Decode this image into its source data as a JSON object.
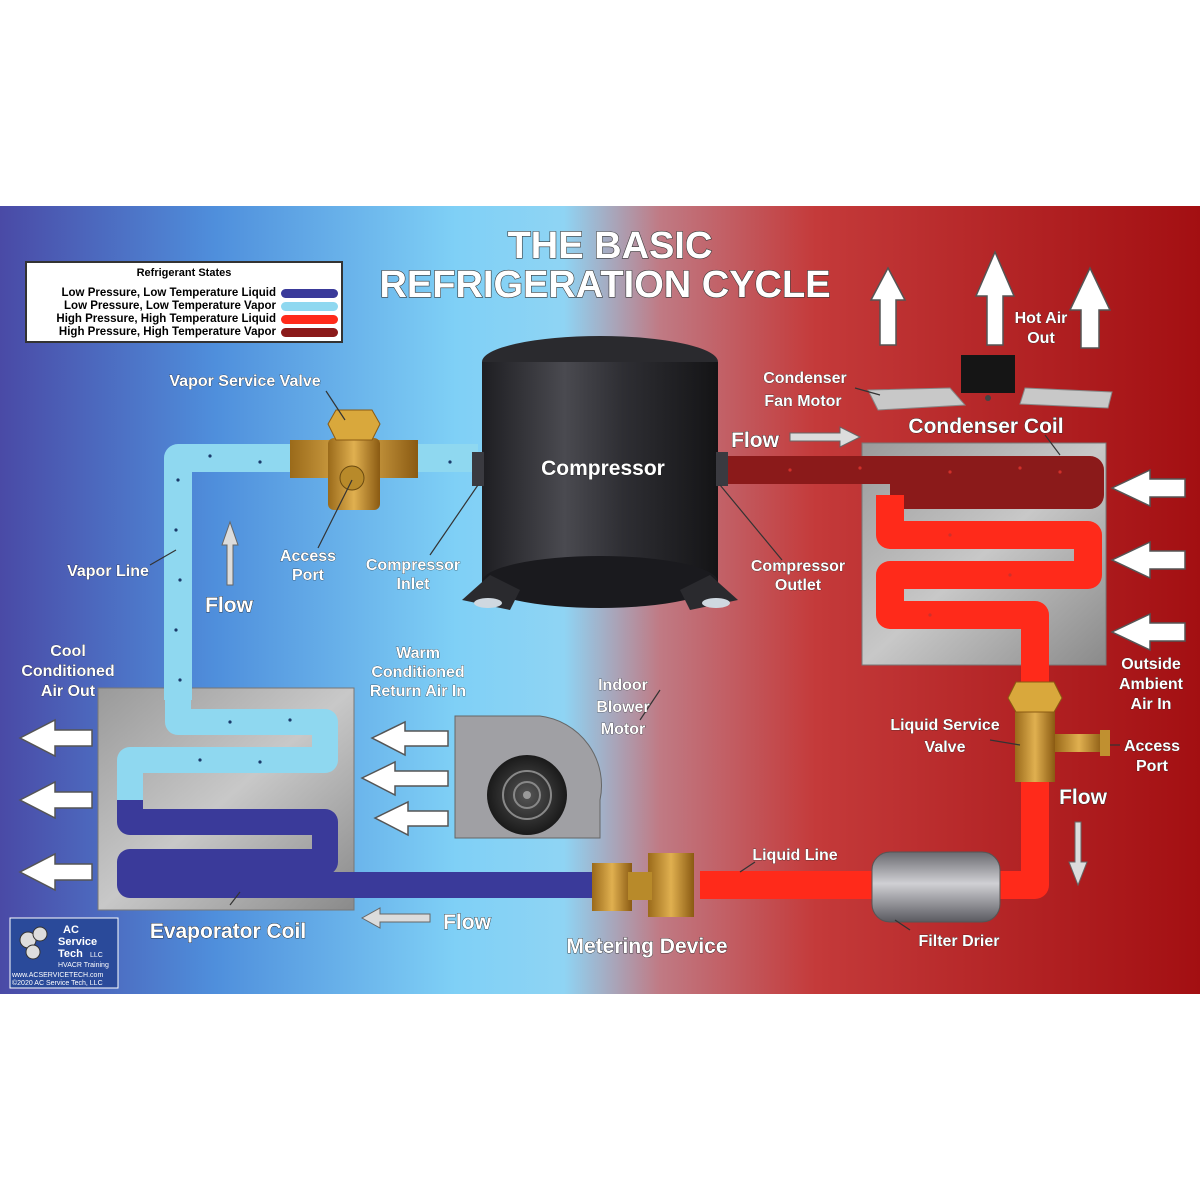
{
  "title": {
    "line1": "THE BASIC",
    "line2": "REFRIGERATION CYCLE"
  },
  "legend": {
    "title": "Refrigerant States",
    "items": [
      {
        "label": "Low Pressure, Low Temperature Liquid",
        "color": "#3a3a9a"
      },
      {
        "label": "Low Pressure, Low Temperature Vapor",
        "color": "#8fd8f0"
      },
      {
        "label": "High Pressure, High Temperature Liquid",
        "color": "#ff2a1a"
      },
      {
        "label": "High Pressure, High Temperature Vapor",
        "color": "#8b1a1a"
      }
    ]
  },
  "labels": {
    "compressor": "Compressor",
    "vapor_service_valve": "Vapor Service Valve",
    "access_port_left_1": "Access",
    "access_port_left_2": "Port",
    "compressor_inlet_1": "Compressor",
    "compressor_inlet_2": "Inlet",
    "compressor_outlet_1": "Compressor",
    "compressor_outlet_2": "Outlet",
    "vapor_line": "Vapor Line",
    "flow_up": "Flow",
    "flow_top": "Flow",
    "flow_right": "Flow",
    "flow_bottom": "Flow",
    "condenser_fan_motor_1": "Condenser",
    "condenser_fan_motor_2": "Fan Motor",
    "condenser_coil": "Condenser Coil",
    "hot_air_out_1": "Hot Air",
    "hot_air_out_2": "Out",
    "outside_ambient_1": "Outside",
    "outside_ambient_2": "Ambient",
    "outside_ambient_3": "Air In",
    "liquid_service_valve_1": "Liquid Service",
    "liquid_service_valve_2": "Valve",
    "access_port_right_1": "Access",
    "access_port_right_2": "Port",
    "cool_air_out_1": "Cool",
    "cool_air_out_2": "Conditioned",
    "cool_air_out_3": "Air Out",
    "warm_return_1": "Warm",
    "warm_return_2": "Conditioned",
    "warm_return_3": "Return Air In",
    "indoor_blower_1": "Indoor",
    "indoor_blower_2": "Blower",
    "indoor_blower_3": "Motor",
    "evaporator_coil": "Evaporator Coil",
    "metering_device": "Metering Device",
    "liquid_line": "Liquid Line",
    "filter_drier": "Filter Drier"
  },
  "logo": {
    "line1": "AC",
    "line2": "Service",
    "line3": "Tech",
    "llc": "LLC",
    "tagline": "HVACR Training",
    "url": "www.ACSERVICETECH.com",
    "copyright": "©2020 AC Service Tech, LLC"
  },
  "colors": {
    "low_liquid": "#3a3a9a",
    "low_vapor": "#8fd8f0",
    "high_liquid": "#ff2a1a",
    "high_vapor": "#8b1a1a"
  }
}
